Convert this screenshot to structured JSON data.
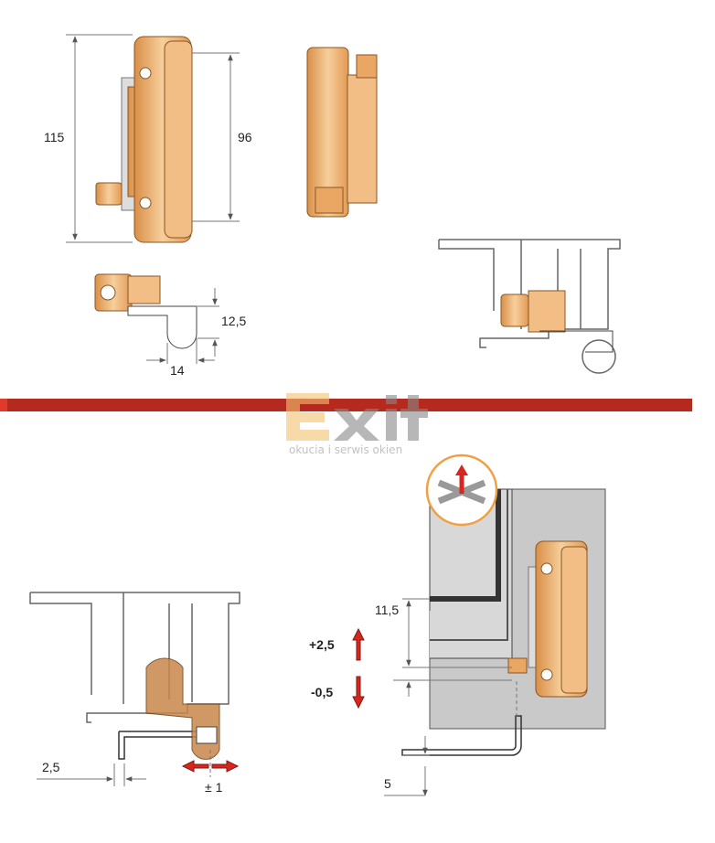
{
  "colors": {
    "hinge": "#e9a865",
    "hinge_light": "#f5c993",
    "hinge_dark": "#b87436",
    "band": "#b52a1e",
    "arrow": "#d7261e",
    "profile": "#bdbdbd",
    "logo_orange": "#f0a840",
    "logo_gray": "#9a9a9a"
  },
  "dimensions": {
    "height_total": "115",
    "height_screws": "96",
    "depth": "12,5",
    "width": "14",
    "gap": "2,5",
    "lateral_adjust": "± 1",
    "offset_top": "11,5",
    "height_plus": "+2,5",
    "height_minus": "-0,5",
    "key_offset": "5"
  },
  "logo": {
    "word": "Exit",
    "tagline": "okucia i serwis okien"
  }
}
